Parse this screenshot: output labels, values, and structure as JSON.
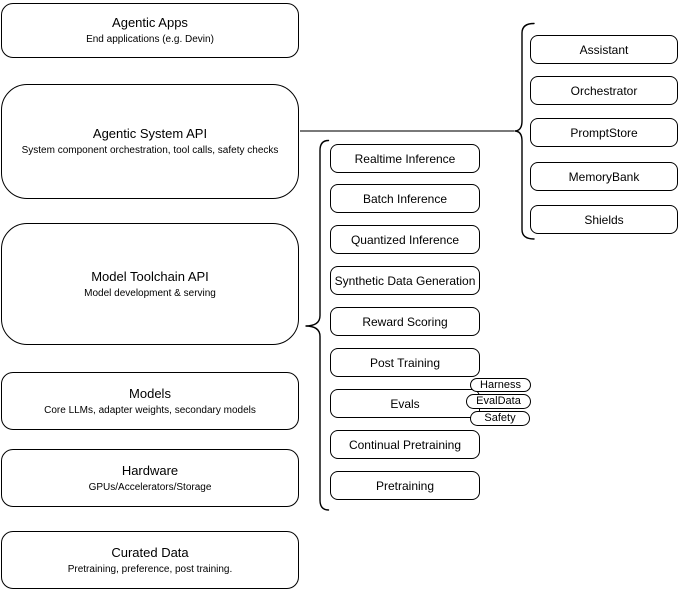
{
  "diagram": {
    "title_hint": "Agentic AI stack layer diagram",
    "left_stack": [
      {
        "title": "Agentic Apps",
        "subtitle": "End applications (e.g. Devin)"
      },
      {
        "title": "Agentic System API",
        "subtitle": "System component orchestration, tool calls, safety checks"
      },
      {
        "title": "Model Toolchain API",
        "subtitle": "Model development & serving"
      },
      {
        "title": "Models",
        "subtitle": "Core LLMs, adapter weights, secondary models"
      },
      {
        "title": "Hardware",
        "subtitle": "GPUs/Accelerators/Storage"
      },
      {
        "title": "Curated Data",
        "subtitle": "Pretraining, preference, post training."
      }
    ],
    "toolchain_group": {
      "attached_to": "Model Toolchain API",
      "items": [
        "Realtime Inference",
        "Batch Inference",
        "Quantized Inference",
        "Synthetic Data Generation",
        "Reward Scoring",
        "Post Training",
        "Evals",
        "Continual Pretraining",
        "Pretraining"
      ],
      "evals_tags": [
        "Harness",
        "EvalData",
        "Safety"
      ]
    },
    "system_group": {
      "attached_to": "Agentic System API",
      "items": [
        "Assistant",
        "Orchestrator",
        "PromptStore",
        "MemoryBank",
        "Shields"
      ]
    },
    "colors": {
      "stroke": "#000000",
      "fill": "#ffffff",
      "connector": "#4d4d4d",
      "background": "#ffffff"
    }
  }
}
